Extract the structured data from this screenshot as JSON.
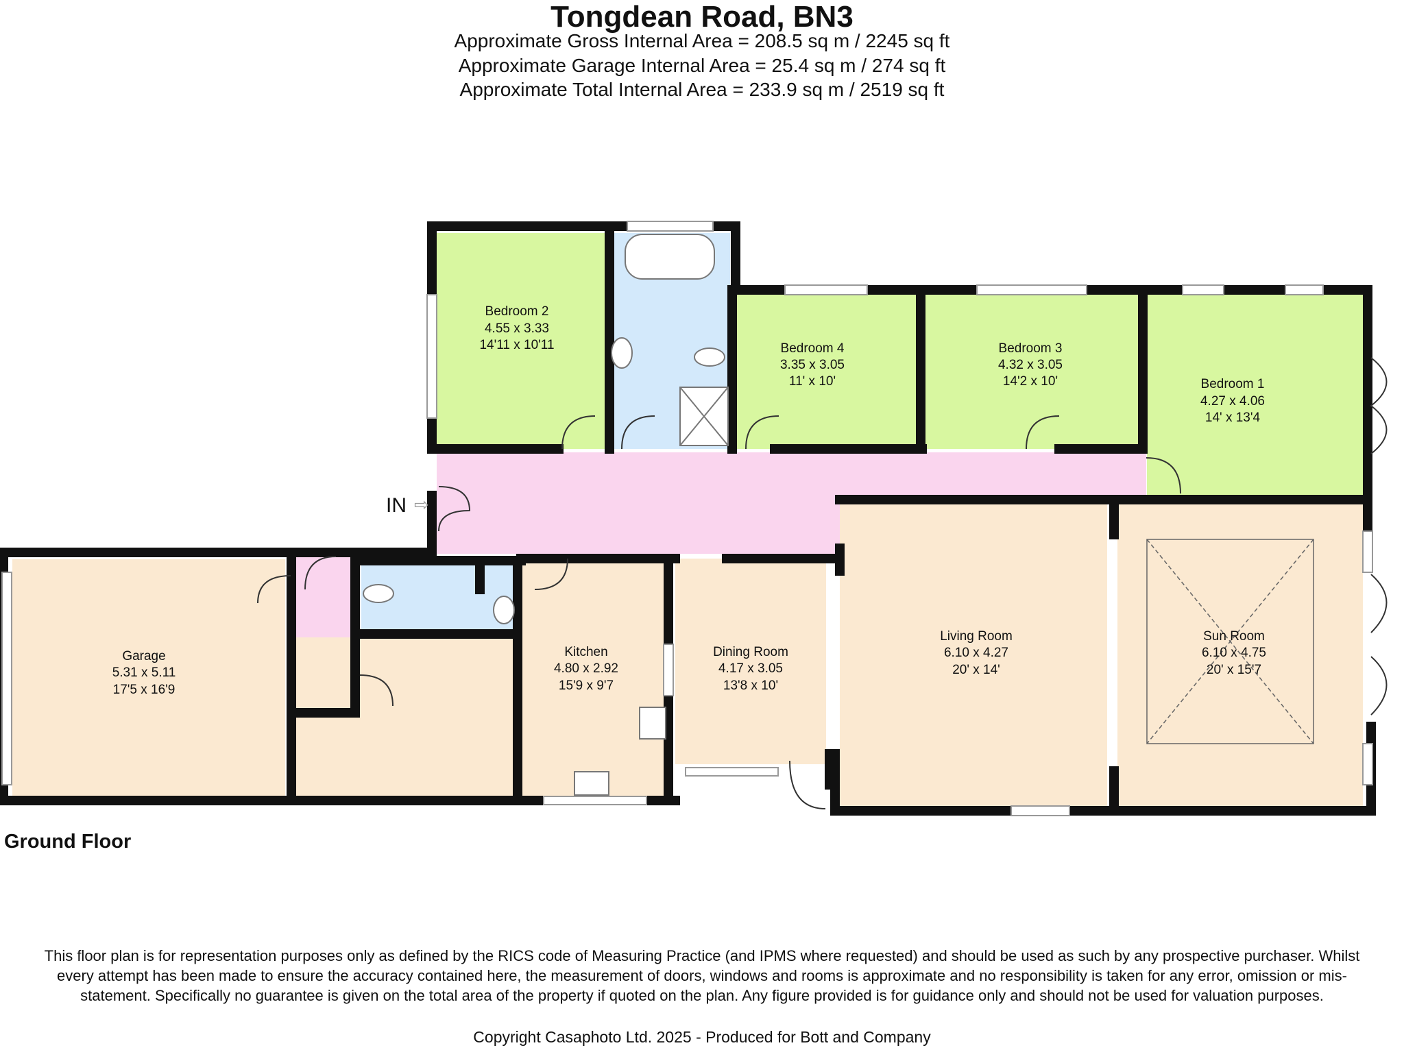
{
  "header": {
    "title": "Tongdean Road, BN3",
    "gross_area": "Approximate Gross Internal Area = 208.5 sq m / 2245 sq ft",
    "garage_area": "Approximate Garage Internal Area = 25.4 sq m / 274 sq ft",
    "total_area": "Approximate Total Internal Area = 233.9 sq m / 2519 sq ft"
  },
  "floor": {
    "label": "Ground Floor",
    "entrance": "IN",
    "colors": {
      "bedroom": "#d8f7a0",
      "bathroom": "#d3e9fb",
      "hall": "#fad5ee",
      "living": "#fbe9d1",
      "wall": "#111111"
    },
    "rooms": {
      "bedroom2": {
        "name": "Bedroom 2",
        "metric": "4.55 x 3.33",
        "imperial": "14'11 x 10'11"
      },
      "bedroom4": {
        "name": "Bedroom 4",
        "metric": "3.35 x 3.05",
        "imperial": "11' x 10'"
      },
      "bedroom3": {
        "name": "Bedroom 3",
        "metric": "4.32 x 3.05",
        "imperial": "14'2 x 10'"
      },
      "bedroom1": {
        "name": "Bedroom 1",
        "metric": "4.27 x 4.06",
        "imperial": "14' x 13'4"
      },
      "garage": {
        "name": "Garage",
        "metric": "5.31 x 5.11",
        "imperial": "17'5 x 16'9"
      },
      "kitchen": {
        "name": "Kitchen",
        "metric": "4.80 x 2.92",
        "imperial": "15'9 x 9'7"
      },
      "dining": {
        "name": "Dining Room",
        "metric": "4.17 x 3.05",
        "imperial": "13'8 x 10'"
      },
      "living": {
        "name": "Living Room",
        "metric": "6.10 x 4.27",
        "imperial": "20' x 14'"
      },
      "sun": {
        "name": "Sun Room",
        "metric": "6.10 x 4.75",
        "imperial": "20' x 15'7"
      }
    }
  },
  "footer": {
    "disclaimer": "This floor plan is for representation purposes only as defined by the RICS code of Measuring Practice (and IPMS where requested) and should be used as such by any prospective purchaser. Whilst every attempt has been made to ensure the accuracy contained here, the measurement of doors, windows and rooms is approximate and no responsibility is taken for any error, omission or mis-statement. Specifically no guarantee is given on the total area of the property if quoted on the plan. Any figure provided is for guidance only and should not be used for valuation purposes.",
    "copyright": "Copyright Casaphoto Ltd. 2025 - Produced for Bott and Company"
  }
}
